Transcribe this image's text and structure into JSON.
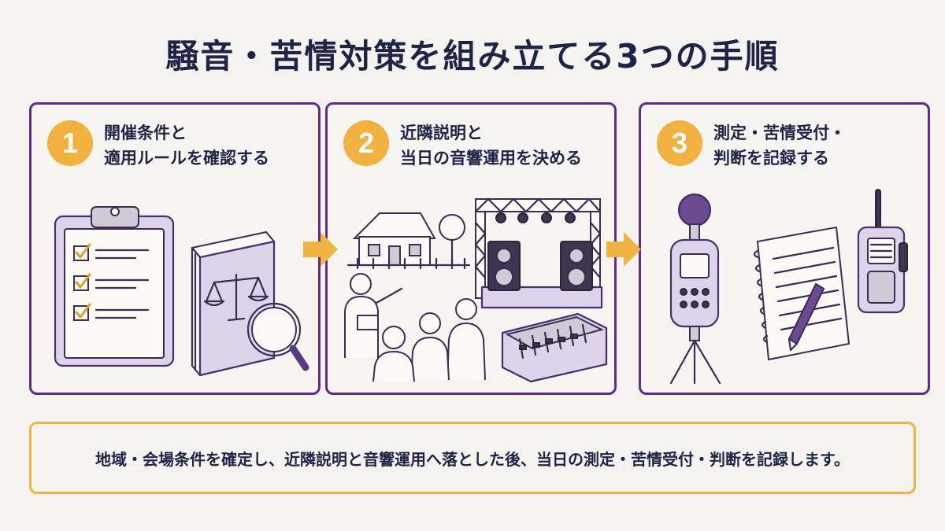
{
  "title": "騒音・苦情対策を組み立てる3つの手順",
  "steps": [
    {
      "number": "1",
      "line1": "開催条件と",
      "line2": "適用ルールを確認する"
    },
    {
      "number": "2",
      "line1": "近隣説明と",
      "line2": "当日の音響運用を決める"
    },
    {
      "number": "3",
      "line1": "測定・苦情受付・",
      "line2": "判断を記録する"
    }
  ],
  "summary": "地域・会場条件を確定し、近隣説明と音響運用へ落とした後、当日の測定・苦情受付・判断を記録します。",
  "colors": {
    "card_border": "#5e2d83",
    "badge": "#f1b23f",
    "summary_border": "#f0b440",
    "title": "#1f2447",
    "arrow": "#f0b440"
  }
}
